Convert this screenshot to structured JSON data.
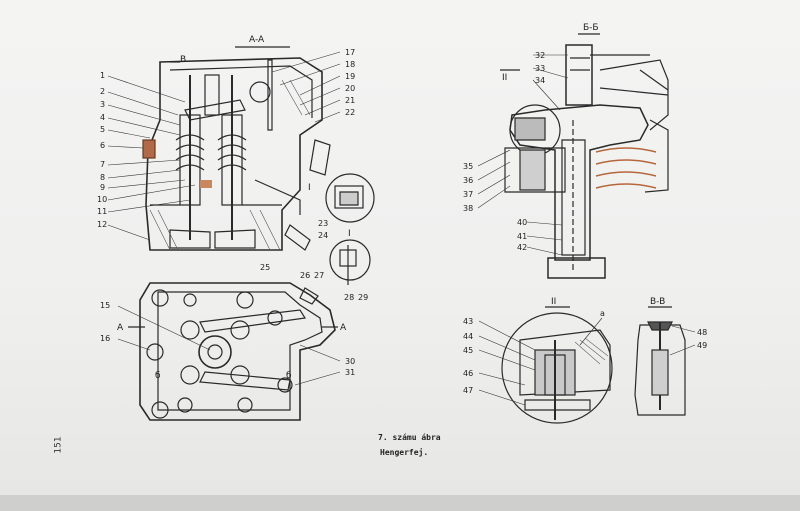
{
  "caption": {
    "line1": "7. számu ábra",
    "line2": "Hengerfej."
  },
  "page_number": "151",
  "sections": {
    "aa": "A-A",
    "bb": "Б-Б",
    "vv": "B-B",
    "ii": "II",
    "i": "I",
    "roman2_small": "II"
  },
  "side_marks": {
    "b_top": "B",
    "a_left": "A",
    "a_right": "A",
    "g": "б",
    "b_small": "б"
  },
  "callouts_aa": [
    "1",
    "2",
    "3",
    "4",
    "5",
    "6",
    "7",
    "8",
    "9",
    "10",
    "11",
    "12",
    "17",
    "18",
    "19",
    "20",
    "21",
    "22",
    "23",
    "24",
    "26",
    "27",
    "28",
    "29"
  ],
  "callouts_plan": [
    "25",
    "15",
    "16",
    "30",
    "31"
  ],
  "callouts_bb": [
    "32",
    "33",
    "34",
    "35",
    "36",
    "37",
    "38",
    "40",
    "41",
    "42"
  ],
  "callouts_ii": [
    "43",
    "44",
    "45",
    "46",
    "47",
    "a"
  ],
  "callouts_vv": [
    "48",
    "49"
  ]
}
